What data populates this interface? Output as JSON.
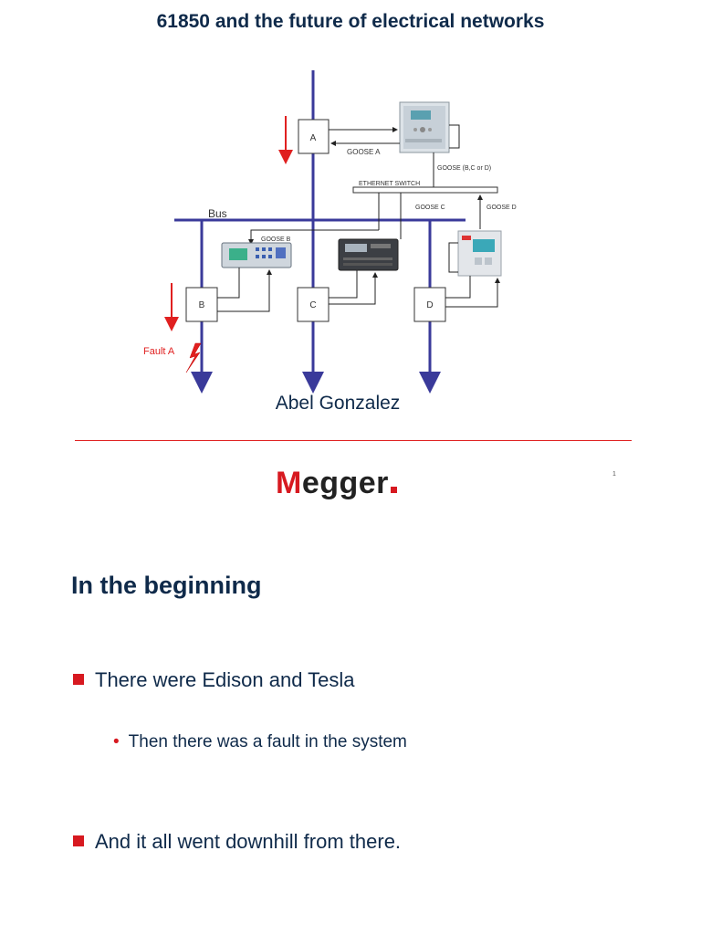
{
  "slide": {
    "title": "61850 and the future of electrical networks",
    "author": "Abel Gonzalez",
    "page_number": "1"
  },
  "logo": {
    "first_letter": "M",
    "rest": "egger"
  },
  "diagram": {
    "bus_label": "Bus",
    "breakers": {
      "a": "A",
      "b": "B",
      "c": "C",
      "d": "D"
    },
    "goose_a": "GOOSE A",
    "goose_b": "GOOSE B",
    "goose_c": "GOOSE C",
    "goose_d": "GOOSE D",
    "goose_bcd": "GOOSE (B,C or D)",
    "switch_label": "ETHERNET SWITCH",
    "fault_label": "Fault A",
    "colors": {
      "bus": "#3a3a9a",
      "fault": "#e02020",
      "wire": "#222222"
    }
  },
  "content": {
    "heading": "In the beginning",
    "bullet1": "There were Edison and Tesla",
    "sub_bullet": "Then there was a fault in the system",
    "bullet2": "And it all went downhill from there."
  }
}
